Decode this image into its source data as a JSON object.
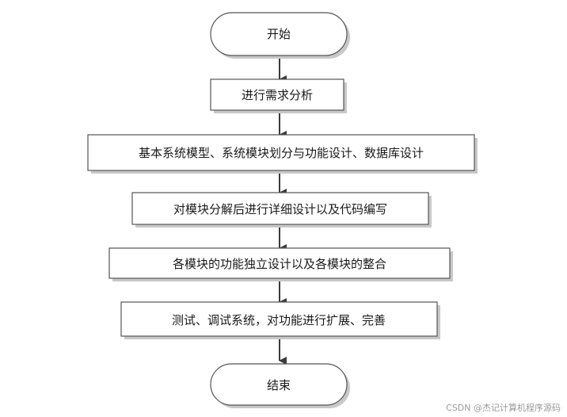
{
  "flowchart": {
    "start": "开始",
    "steps": [
      "进行需求分析",
      "基本系统模型、系统模块划分与功能设计、数据库设计",
      "对模块分解后进行详细设计以及代码编写",
      "各模块的功能独立设计以及各模块的整合",
      "测试、调试系统，对功能进行扩展、完善"
    ],
    "end": "结束"
  },
  "watermark": "CSDN @杰记计算机程序源码",
  "colors": {
    "box_fill": "#ffffff",
    "box_stroke": "#555555",
    "shadow": "#c8c8c8",
    "arrow": "#3a3a3a",
    "text": "#1a1a1a"
  }
}
